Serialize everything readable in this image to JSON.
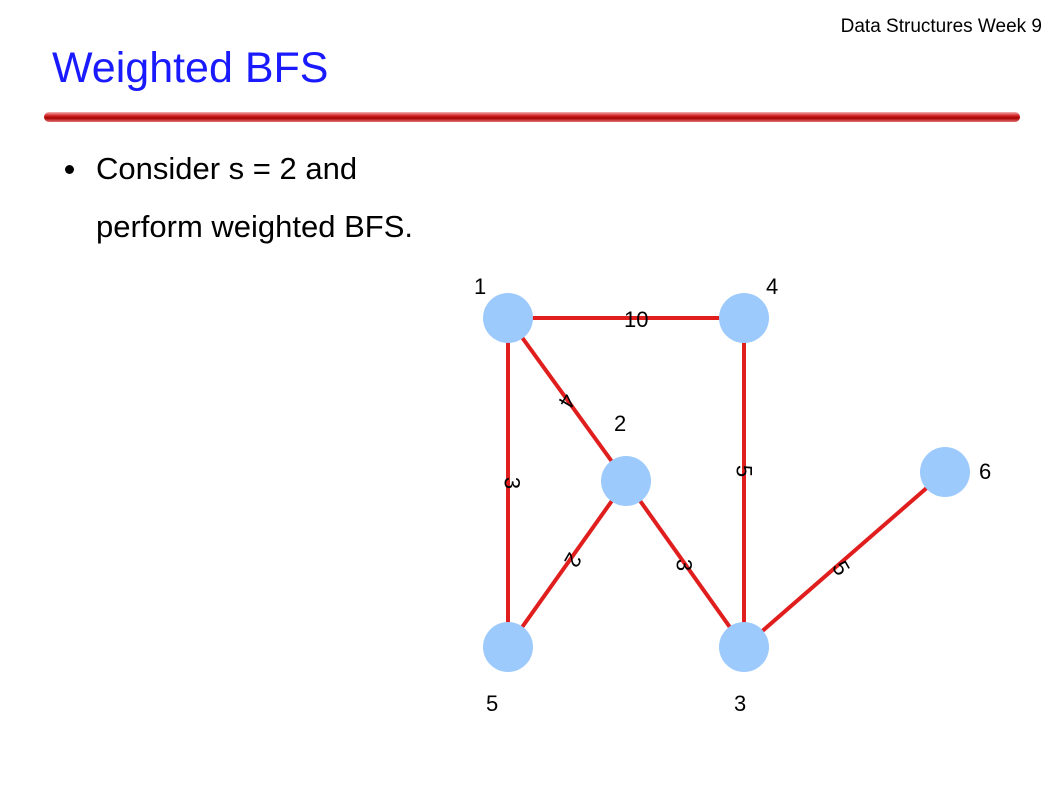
{
  "header": {
    "course": "Data Structures Week 9"
  },
  "slide": {
    "title": "Weighted BFS",
    "bullets": [
      {
        "lines": [
          "Consider s = 2 and",
          "perform weighted BFS."
        ]
      }
    ]
  },
  "graph": {
    "nodes": [
      {
        "id": "1",
        "label": "1"
      },
      {
        "id": "2",
        "label": "2"
      },
      {
        "id": "3",
        "label": "3"
      },
      {
        "id": "4",
        "label": "4"
      },
      {
        "id": "5",
        "label": "5"
      },
      {
        "id": "6",
        "label": "6"
      }
    ],
    "edges": [
      {
        "from": "1",
        "to": "4",
        "weight": "10"
      },
      {
        "from": "1",
        "to": "2",
        "weight": "4"
      },
      {
        "from": "1",
        "to": "5",
        "weight": "3"
      },
      {
        "from": "2",
        "to": "5",
        "weight": "2"
      },
      {
        "from": "2",
        "to": "3",
        "weight": "3"
      },
      {
        "from": "4",
        "to": "3",
        "weight": "5"
      },
      {
        "from": "3",
        "to": "6",
        "weight": "5"
      }
    ],
    "colors": {
      "edge": "#e01e1e",
      "node": "#9ccafc"
    }
  }
}
